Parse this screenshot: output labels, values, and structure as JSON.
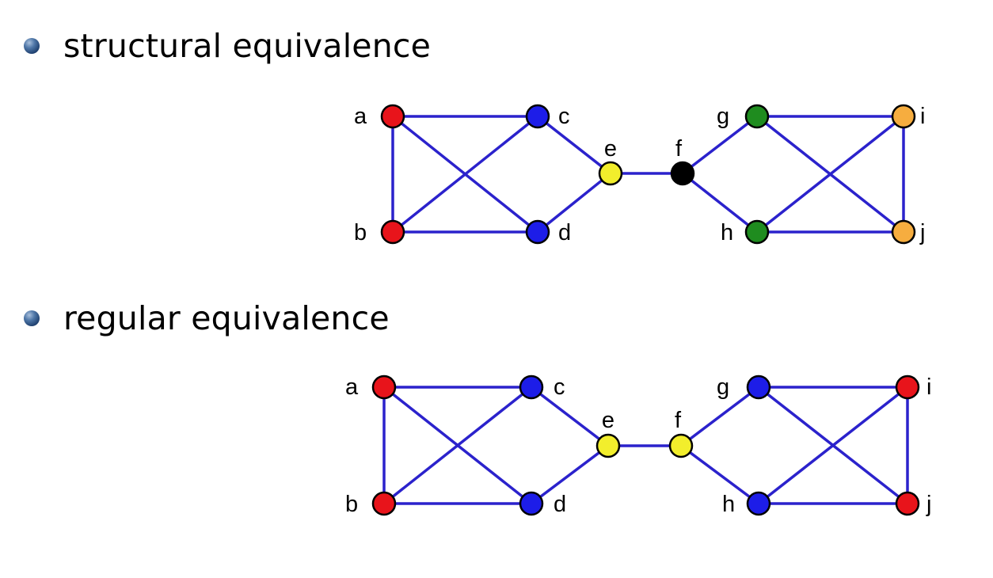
{
  "sections": [
    {
      "title": "structural equivalence",
      "nodes": [
        {
          "id": "a",
          "label": "a",
          "color": "#e8141b"
        },
        {
          "id": "b",
          "label": "b",
          "color": "#e8141b"
        },
        {
          "id": "c",
          "label": "c",
          "color": "#1d1de8"
        },
        {
          "id": "d",
          "label": "d",
          "color": "#1d1de8"
        },
        {
          "id": "e",
          "label": "e",
          "color": "#f2ee2c"
        },
        {
          "id": "f",
          "label": "f",
          "color": "#000000"
        },
        {
          "id": "g",
          "label": "g",
          "color": "#1f8c1f"
        },
        {
          "id": "h",
          "label": "h",
          "color": "#1f8c1f"
        },
        {
          "id": "i",
          "label": "i",
          "color": "#f6ad3f"
        },
        {
          "id": "j",
          "label": "j",
          "color": "#f6ad3f"
        }
      ]
    },
    {
      "title": "regular equivalence",
      "nodes": [
        {
          "id": "a",
          "label": "a",
          "color": "#e8141b"
        },
        {
          "id": "b",
          "label": "b",
          "color": "#e8141b"
        },
        {
          "id": "c",
          "label": "c",
          "color": "#1d1de8"
        },
        {
          "id": "d",
          "label": "d",
          "color": "#1d1de8"
        },
        {
          "id": "e",
          "label": "e",
          "color": "#f2ee2c"
        },
        {
          "id": "f",
          "label": "f",
          "color": "#f2ee2c"
        },
        {
          "id": "g",
          "label": "g",
          "color": "#1d1de8"
        },
        {
          "id": "h",
          "label": "h",
          "color": "#1d1de8"
        },
        {
          "id": "i",
          "label": "i",
          "color": "#e8141b"
        },
        {
          "id": "j",
          "label": "j",
          "color": "#e8141b"
        }
      ]
    }
  ],
  "edges": [
    [
      "a",
      "b"
    ],
    [
      "a",
      "c"
    ],
    [
      "a",
      "d"
    ],
    [
      "b",
      "c"
    ],
    [
      "b",
      "d"
    ],
    [
      "c",
      "e"
    ],
    [
      "d",
      "e"
    ],
    [
      "e",
      "f"
    ],
    [
      "f",
      "g"
    ],
    [
      "f",
      "h"
    ],
    [
      "g",
      "i"
    ],
    [
      "g",
      "j"
    ],
    [
      "h",
      "i"
    ],
    [
      "h",
      "j"
    ],
    [
      "i",
      "j"
    ]
  ],
  "colors": {
    "edge": "#2b22cc",
    "node_outline": "#000000"
  }
}
